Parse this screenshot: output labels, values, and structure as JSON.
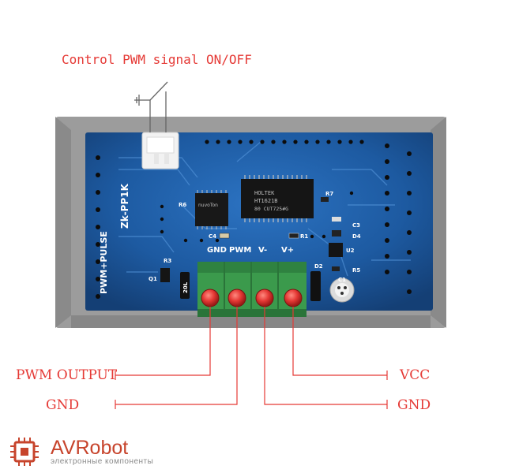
{
  "labels": {
    "title": "Control PWM signal ON/OFF",
    "pwm_output": "PWM OUTPUT",
    "gnd_left": "GND",
    "vcc": "VCC",
    "gnd_right": "GND"
  },
  "board": {
    "model": "Zk-PP1K",
    "subtitle": "PWM+PULSE",
    "chip_text_1": "HOLTEK",
    "chip_text_2": "HT1621B",
    "chip_text_3": "80 CUT725#G",
    "small_chip_text": "nuvoTon",
    "terminal_labels": [
      "GND",
      "PWM",
      "V-",
      "V+"
    ],
    "component_labels": [
      "R6",
      "C4",
      "R1",
      "R7",
      "C3",
      "D4",
      "U2",
      "R5",
      "R3",
      "Q1",
      "D2",
      "C1"
    ],
    "component_marking": "20L"
  },
  "brand": {
    "name": "AVRobot",
    "tagline": "электронные компоненты"
  },
  "colors": {
    "label_red": "#e53935",
    "pcb_blue": "#1e5ea6",
    "terminal_green": "#3b9a4c",
    "housing_gray": "#9a9a9a",
    "brand_red": "#c7442c"
  }
}
